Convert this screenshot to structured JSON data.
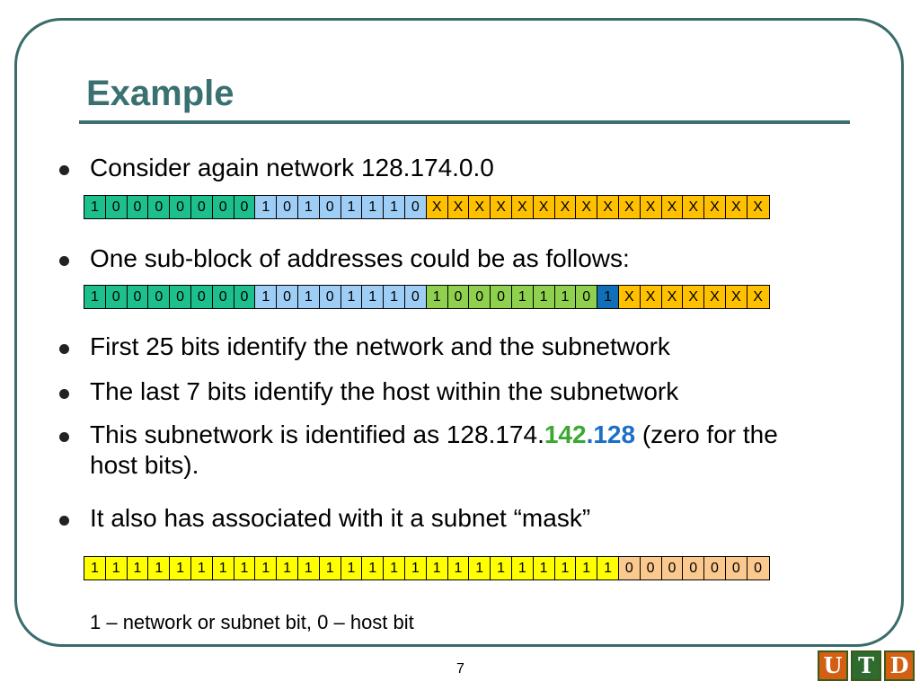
{
  "slide": {
    "title": "Example",
    "page_number": "7",
    "logo": [
      "U",
      "T",
      "D"
    ]
  },
  "colors": {
    "title": "#3b7070",
    "network_bits": "#1dbf8c",
    "second_octet": "#9ecdf5",
    "unknown_bits": "#ffc000",
    "subnet_bits": "#8fd14f",
    "subnet_last_bit": "#0f6fb8",
    "mask_ones": "#ffff00",
    "mask_zeros": "#fbc98e",
    "highlight_142": "#3aa832",
    "highlight_128": "#1b6fc8"
  },
  "bullets": {
    "b1": "Consider again network 128.174.0.0",
    "b2": "One sub-block of addresses could be as follows:",
    "b3": "First 25 bits identify the network and the subnetwork",
    "b4": "The last 7 bits identify the host within the subnetwork",
    "b5_pre": "This subnetwork is identified as 128.174.",
    "b5_hl1": "142",
    "b5_dot": ".",
    "b5_hl2": "128",
    "b5_post": " (zero for the host bits).",
    "b6": "It also has associated with it a subnet “mask”"
  },
  "rows": {
    "network": {
      "bits": [
        "1",
        "0",
        "0",
        "0",
        "0",
        "0",
        "0",
        "0",
        "1",
        "0",
        "1",
        "0",
        "1",
        "1",
        "1",
        "0",
        "X",
        "X",
        "X",
        "X",
        "X",
        "X",
        "X",
        "X",
        "X",
        "X",
        "X",
        "X",
        "X",
        "X",
        "X",
        "X"
      ],
      "groups": [
        "net",
        "net",
        "net",
        "net",
        "net",
        "net",
        "net",
        "net",
        "sub1",
        "sub1",
        "sub1",
        "sub1",
        "sub1",
        "sub1",
        "sub1",
        "sub1",
        "x",
        "x",
        "x",
        "x",
        "x",
        "x",
        "x",
        "x",
        "x",
        "x",
        "x",
        "x",
        "x",
        "x",
        "x",
        "x"
      ]
    },
    "subblock": {
      "bits": [
        "1",
        "0",
        "0",
        "0",
        "0",
        "0",
        "0",
        "0",
        "1",
        "0",
        "1",
        "0",
        "1",
        "1",
        "1",
        "0",
        "1",
        "0",
        "0",
        "0",
        "1",
        "1",
        "1",
        "0",
        "1",
        "X",
        "X",
        "X",
        "X",
        "X",
        "X",
        "X"
      ],
      "groups": [
        "net",
        "net",
        "net",
        "net",
        "net",
        "net",
        "net",
        "net",
        "sub1",
        "sub1",
        "sub1",
        "sub1",
        "sub1",
        "sub1",
        "sub1",
        "sub1",
        "sub3",
        "sub3",
        "sub3",
        "sub3",
        "sub3",
        "sub3",
        "sub3",
        "sub3",
        "dark",
        "x",
        "x",
        "x",
        "x",
        "x",
        "x",
        "x"
      ]
    },
    "mask": {
      "bits": [
        "1",
        "1",
        "1",
        "1",
        "1",
        "1",
        "1",
        "1",
        "1",
        "1",
        "1",
        "1",
        "1",
        "1",
        "1",
        "1",
        "1",
        "1",
        "1",
        "1",
        "1",
        "1",
        "1",
        "1",
        "1",
        "0",
        "0",
        "0",
        "0",
        "0",
        "0",
        "0"
      ],
      "groups": [
        "one",
        "one",
        "one",
        "one",
        "one",
        "one",
        "one",
        "one",
        "one",
        "one",
        "one",
        "one",
        "one",
        "one",
        "one",
        "one",
        "one",
        "one",
        "one",
        "one",
        "one",
        "one",
        "one",
        "one",
        "one",
        "zero",
        "zero",
        "zero",
        "zero",
        "zero",
        "zero",
        "zero"
      ]
    }
  },
  "caption": "1 – network or subnet bit, 0 – host bit"
}
